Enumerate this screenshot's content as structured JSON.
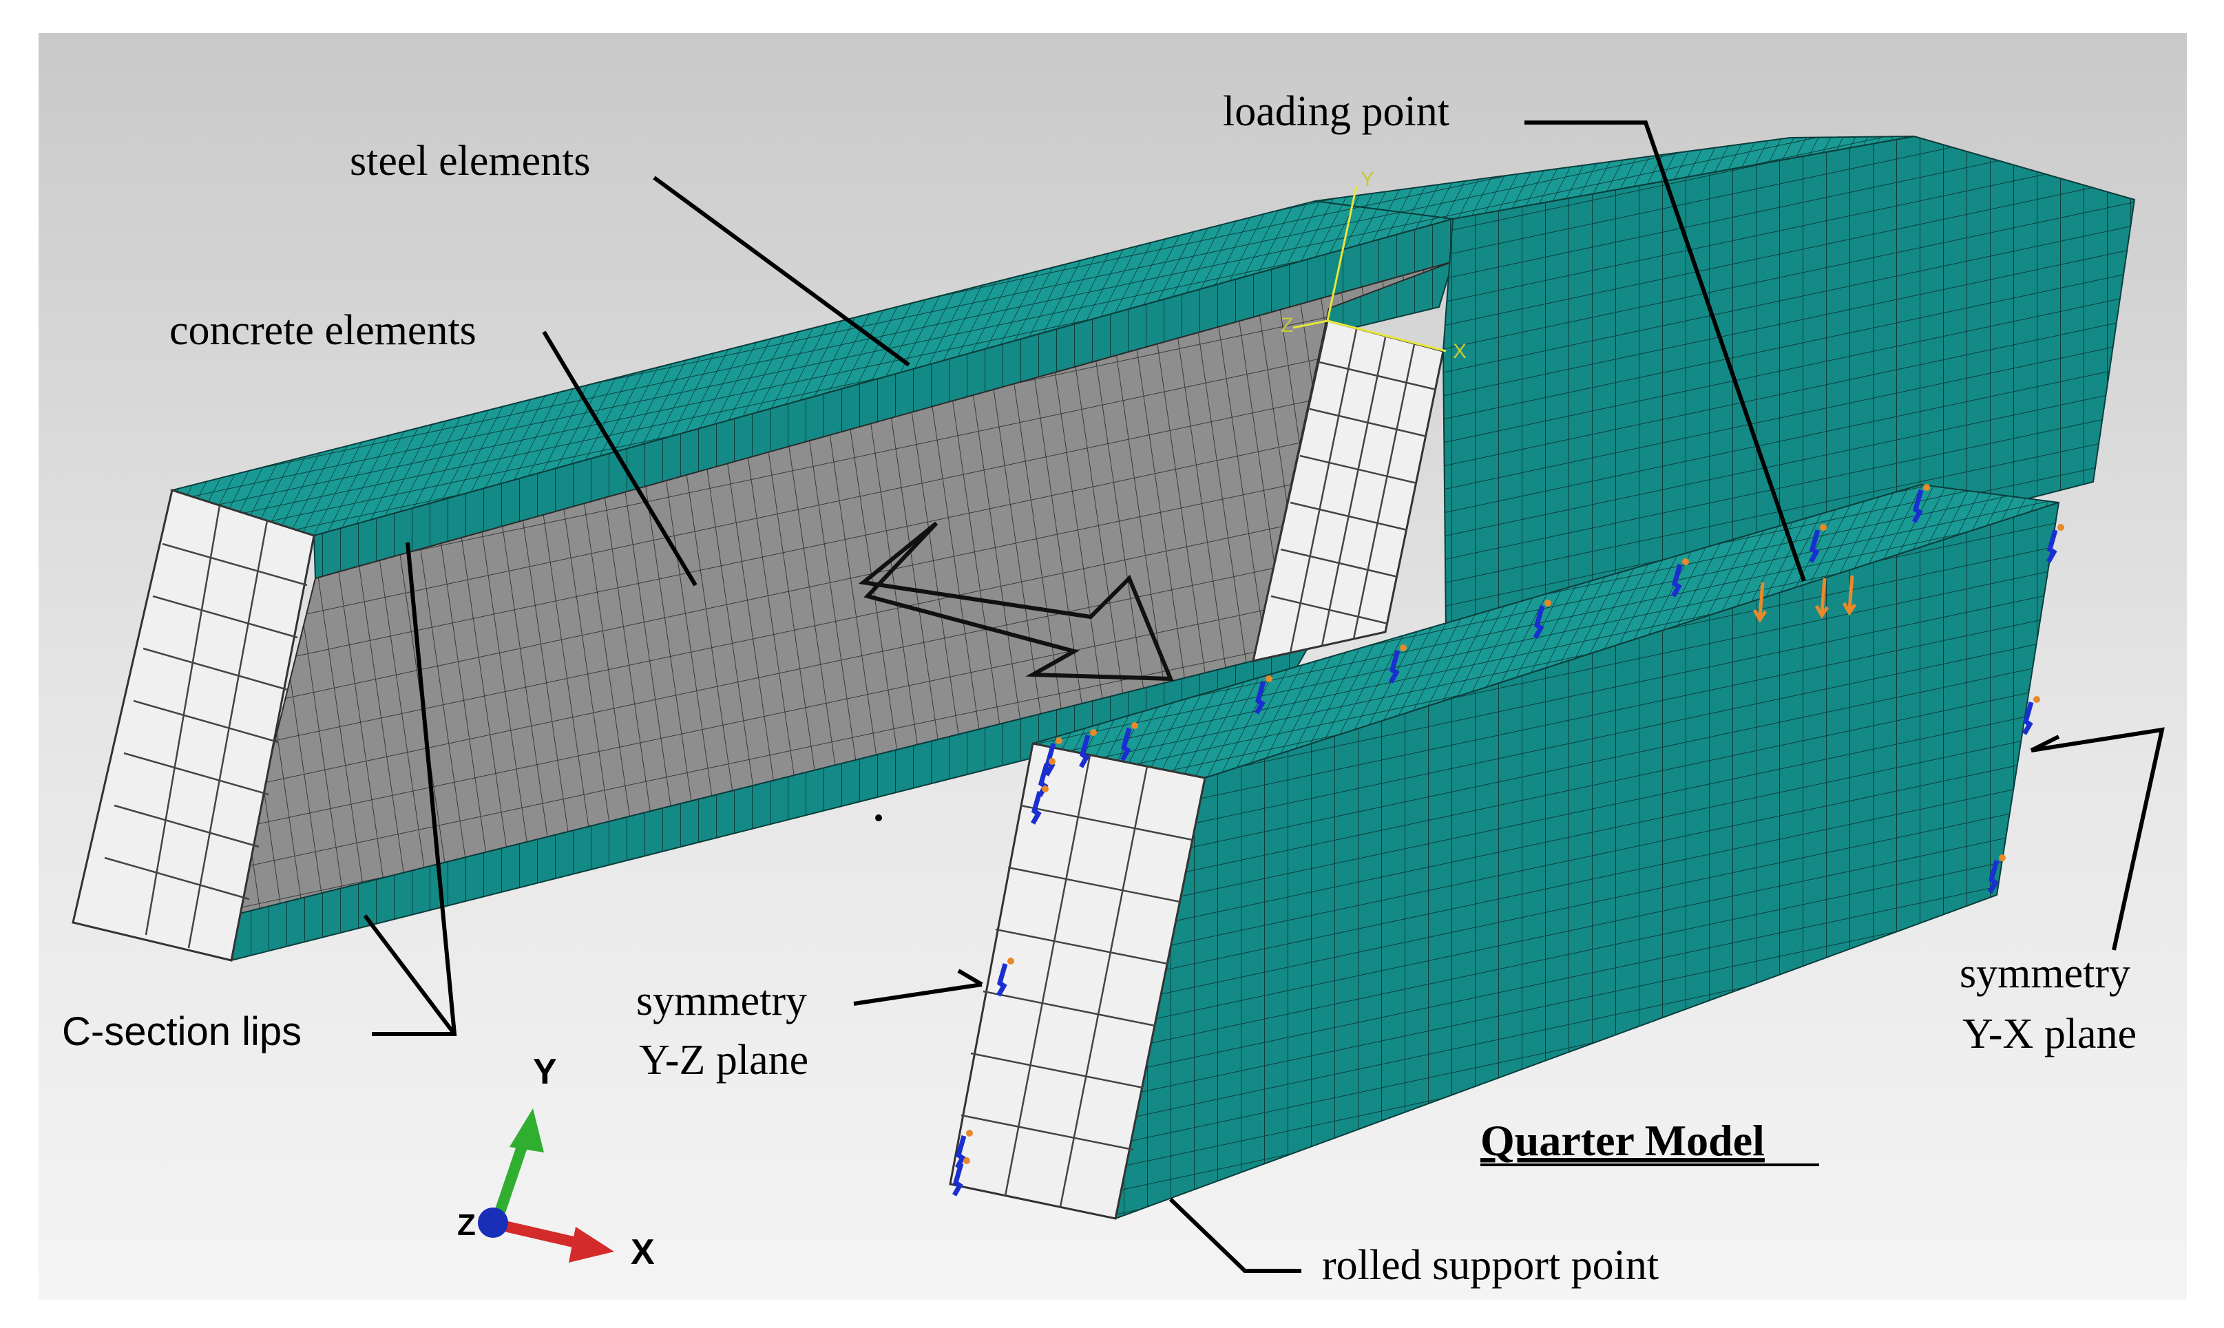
{
  "labels": {
    "steel_elements": "steel elements",
    "concrete_elements": "concrete elements",
    "c_section_lips": "C-section lips",
    "loading_point": "loading point",
    "symmetry_yz_line1": "symmetry",
    "symmetry_yz_line2": "Y-Z plane",
    "symmetry_yx_line1": "symmetry",
    "symmetry_yx_line2": "Y-X plane",
    "quarter_model": "Quarter Model",
    "rolled_support_point": "rolled support point"
  },
  "triad": {
    "y_label": "Y",
    "x_label": "X",
    "z_label": "Z",
    "y_color": "#2fae2f",
    "x_color": "#d42a2a",
    "z_color": "#1a2fb8"
  },
  "model_axes": {
    "y_label": "Y",
    "z_label": "Z",
    "x_label": "X",
    "color": "#e6e63a"
  },
  "colors": {
    "teal": "#148a86",
    "mesh_line": "#0a3d3b",
    "concrete_face": "#8c8c8c",
    "end_face": "#f0f0f0",
    "bc_blue": "#1a2fd0",
    "bc_orange": "#e8892a"
  }
}
